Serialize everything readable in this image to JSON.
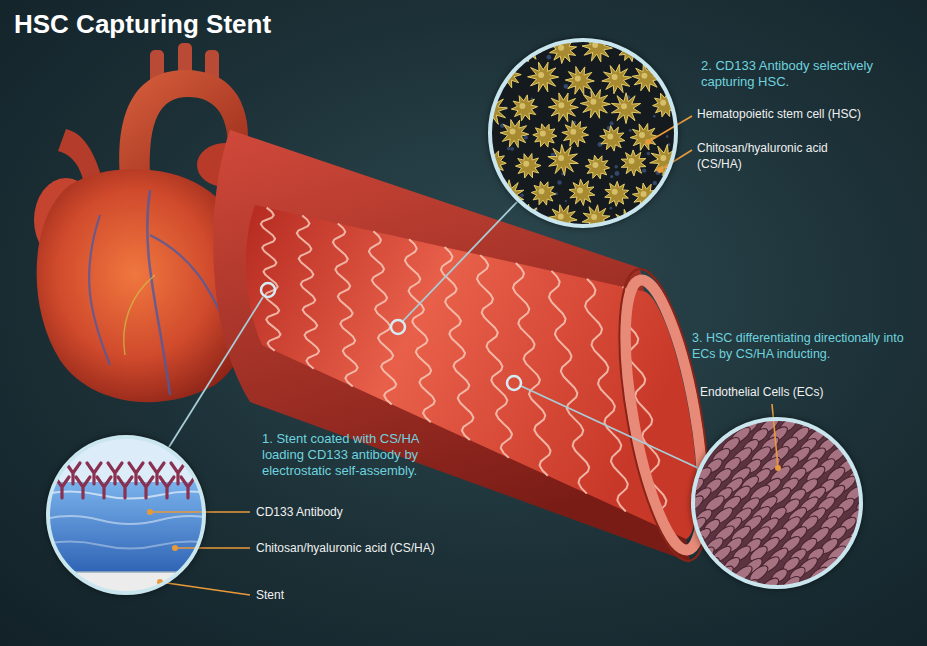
{
  "diagram": {
    "title": "HSC Capturing Stent",
    "nodes": [
      {
        "text": [
          "1. Stent coated with CS/HA loading CD133 antibody by electrostatic self-assembly."
        ]
      },
      {
        "text": [
          "2. CD133 Antibody selectively capturing HSC."
        ]
      },
      {
        "text": [
          "3. HSC differentiating directionally into ECs by CS/HA inducting."
        ]
      }
    ],
    "labels": [
      "CD133 Antibody",
      "Chitosan/hyaluronic acid (CS/HA)",
      "Stent",
      "Hematopoietic stem cell (HSC)",
      "Chitosan/hyaluronic acid (CS/HA)",
      "Endothelial Cells (ECs)"
    ]
  }
}
